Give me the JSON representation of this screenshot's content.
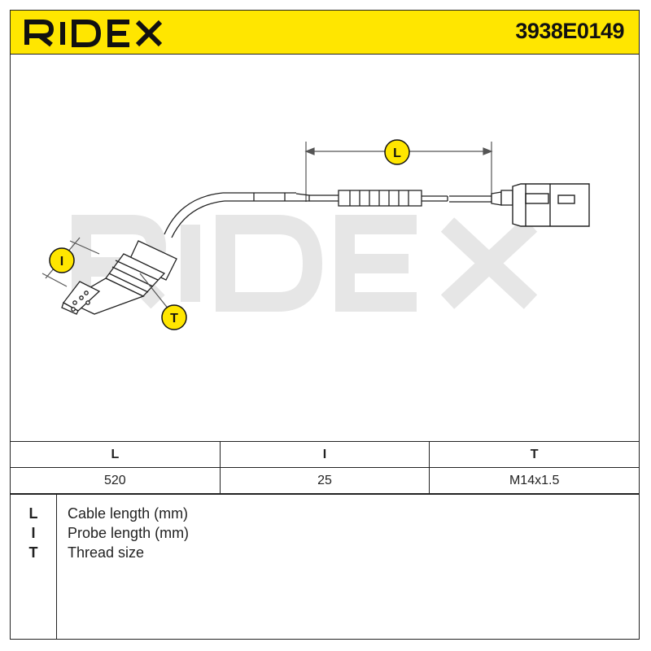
{
  "header": {
    "brand": "RIDEX",
    "part_number": "3938E0149",
    "brand_color": "#ffe600"
  },
  "diagram": {
    "watermark": "RIDEX",
    "callouts": {
      "cable_length": "L",
      "probe_length": "I",
      "thread_size": "T"
    }
  },
  "spec_table": {
    "headers": [
      "L",
      "I",
      "T"
    ],
    "values": [
      "520",
      "25",
      "M14x1.5"
    ]
  },
  "legend": [
    {
      "key": "L",
      "description": "Cable length (mm)"
    },
    {
      "key": "I",
      "description": "Probe length (mm)"
    },
    {
      "key": "T",
      "description": "Thread size"
    }
  ]
}
